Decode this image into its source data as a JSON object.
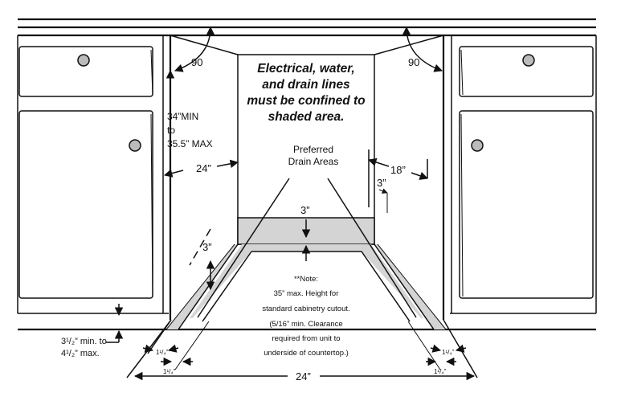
{
  "shaded_area_warning": {
    "lines": [
      "Electrical, water,",
      "and drain lines",
      "must be confined to",
      "shaded area."
    ]
  },
  "preferred_drain": {
    "lines": [
      "Preferred",
      "Drain Areas"
    ]
  },
  "angle_left": "90",
  "angle_right": "90",
  "height_range": {
    "lines": [
      "34”MIN",
      "to",
      "35.5” MAX"
    ]
  },
  "dim_24_left": "24”",
  "dim_18": "18”",
  "dim_3_right": "3”",
  "dim_3_top": "3”",
  "dim_3_diag": "3”",
  "dim_24_bottom": "24”",
  "one_quarter": {
    "top_left": "1¹/₄”",
    "bottom_left": "1¹/₄”",
    "top_right": "1¹/₄”",
    "bottom_right": "1¹/₄”"
  },
  "toe_kick": {
    "lines": [
      "3¹/₂” min. to",
      "4¹/₂” max."
    ]
  },
  "note": {
    "lines": [
      "**Note:",
      "35” max. Height for",
      "standard cabinetry cutout.",
      "(5/16” min. Clearance",
      "required from unit to",
      "underside of countertop.)"
    ]
  }
}
